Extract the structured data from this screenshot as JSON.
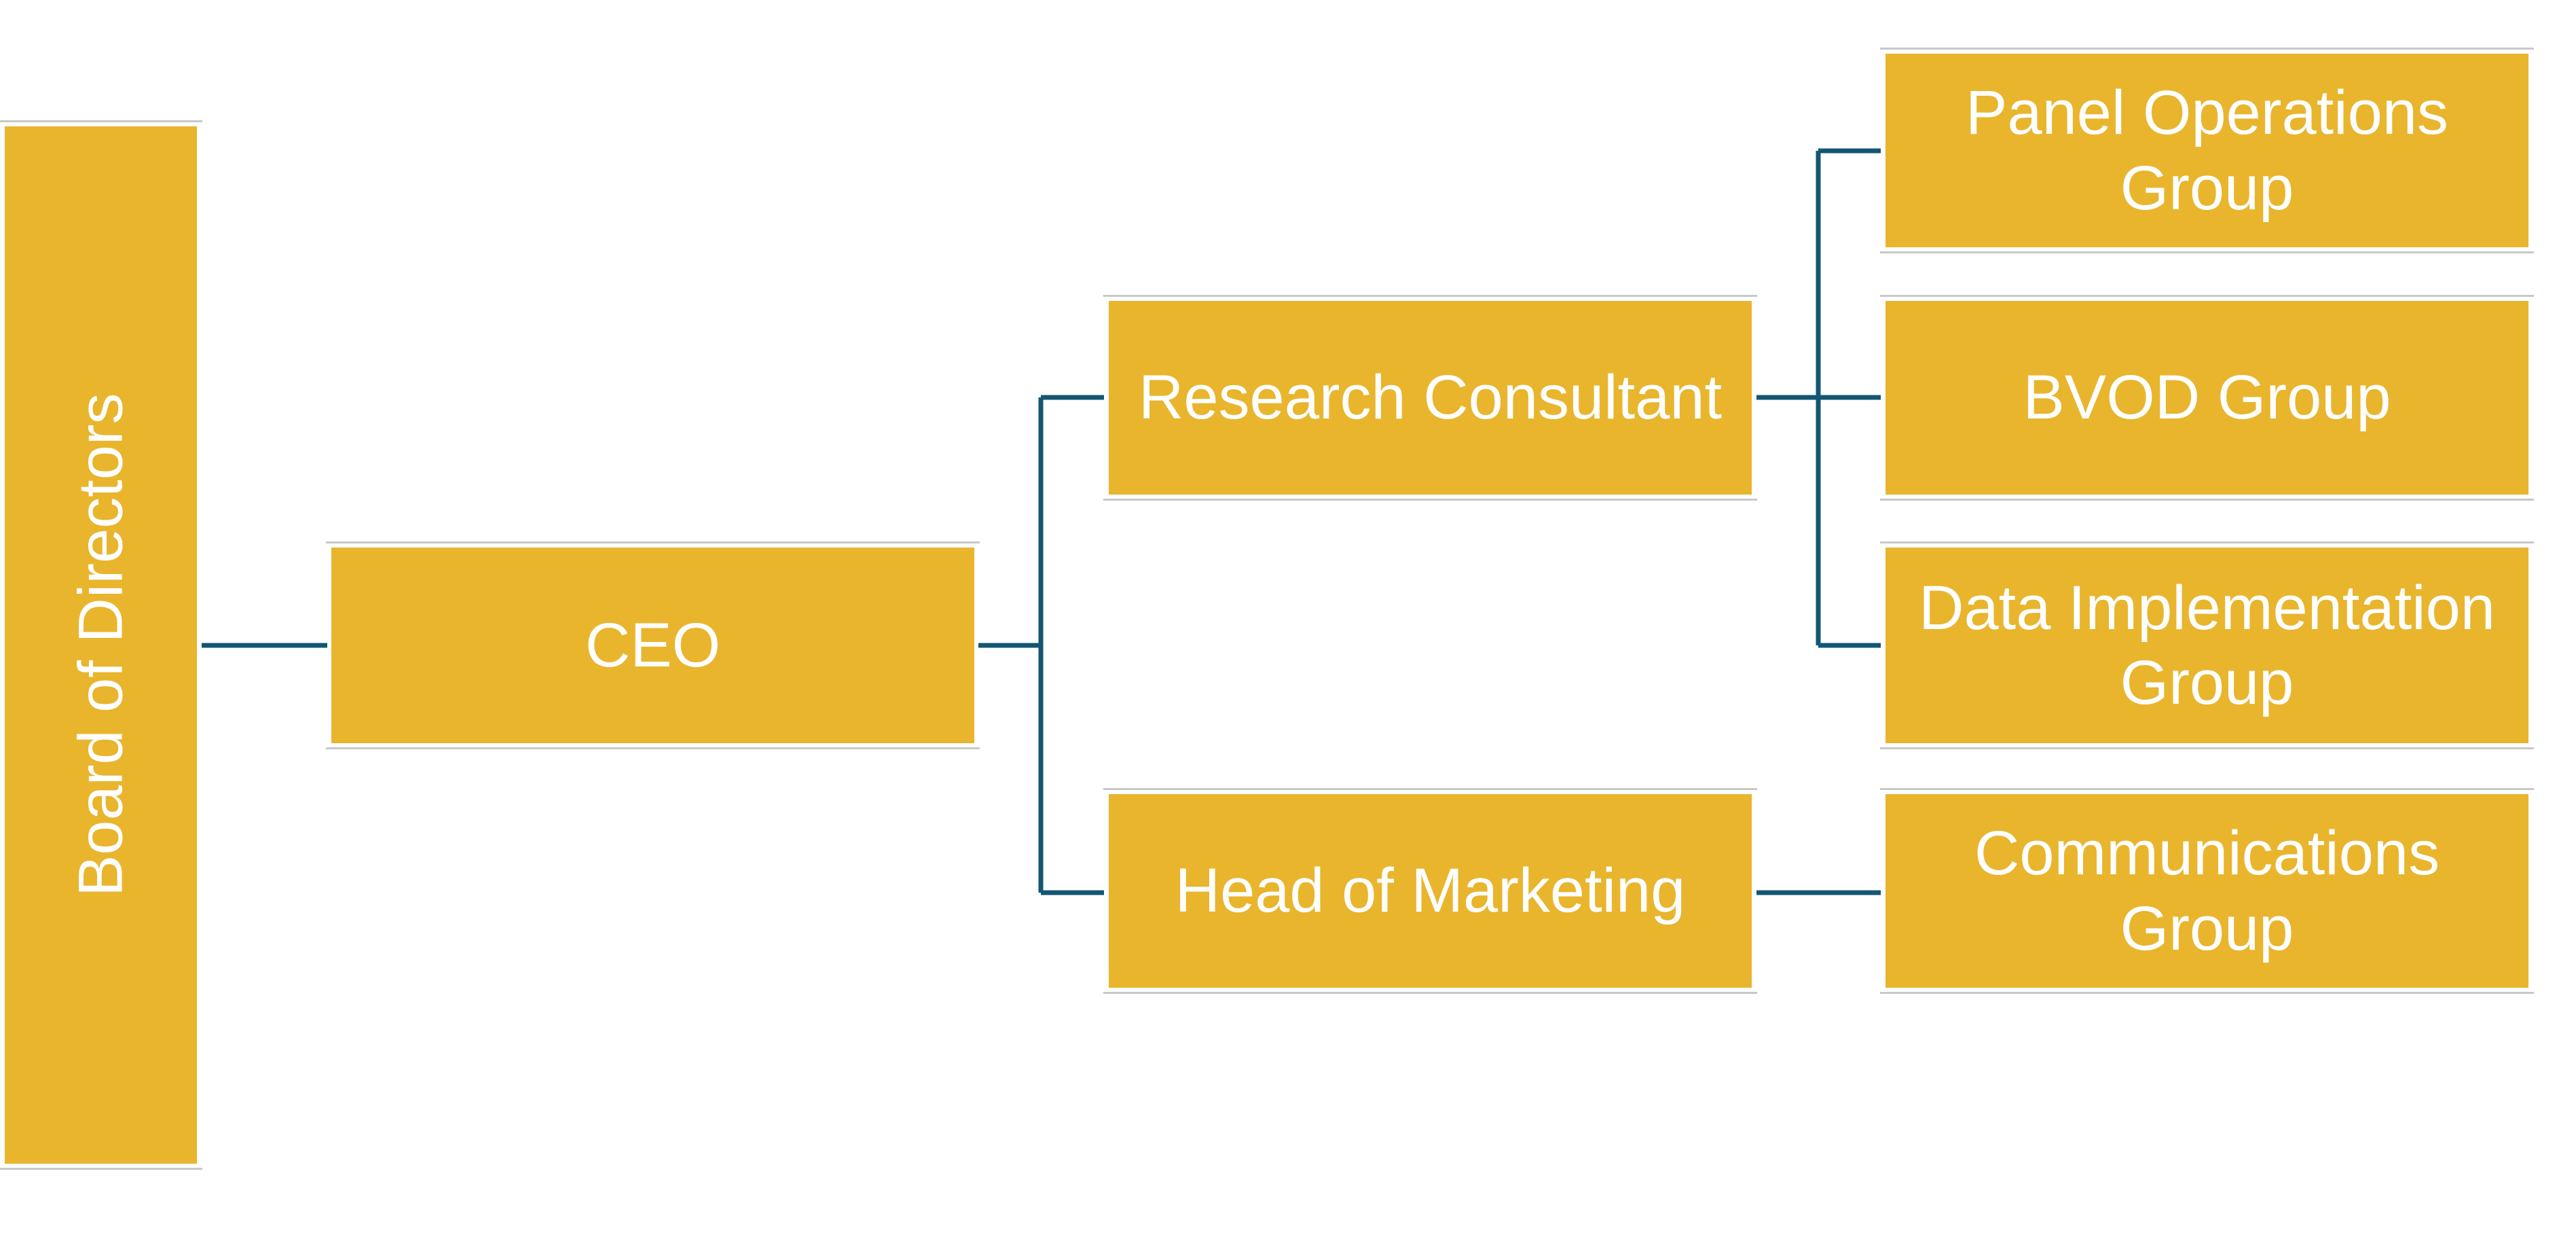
{
  "nodes": {
    "board": "Board of Directors",
    "ceo": "CEO",
    "research_consultant": "Research Consultant",
    "head_of_marketing": "Head of Marketing",
    "panel_operations": "Panel Operations Group",
    "bvod": "BVOD Group",
    "data_implementation": "Data Implementation Group",
    "communications": "Communications Group"
  },
  "colors": {
    "box": "#E8B52D",
    "connector": "#135672",
    "text": "#FFFFFF"
  }
}
